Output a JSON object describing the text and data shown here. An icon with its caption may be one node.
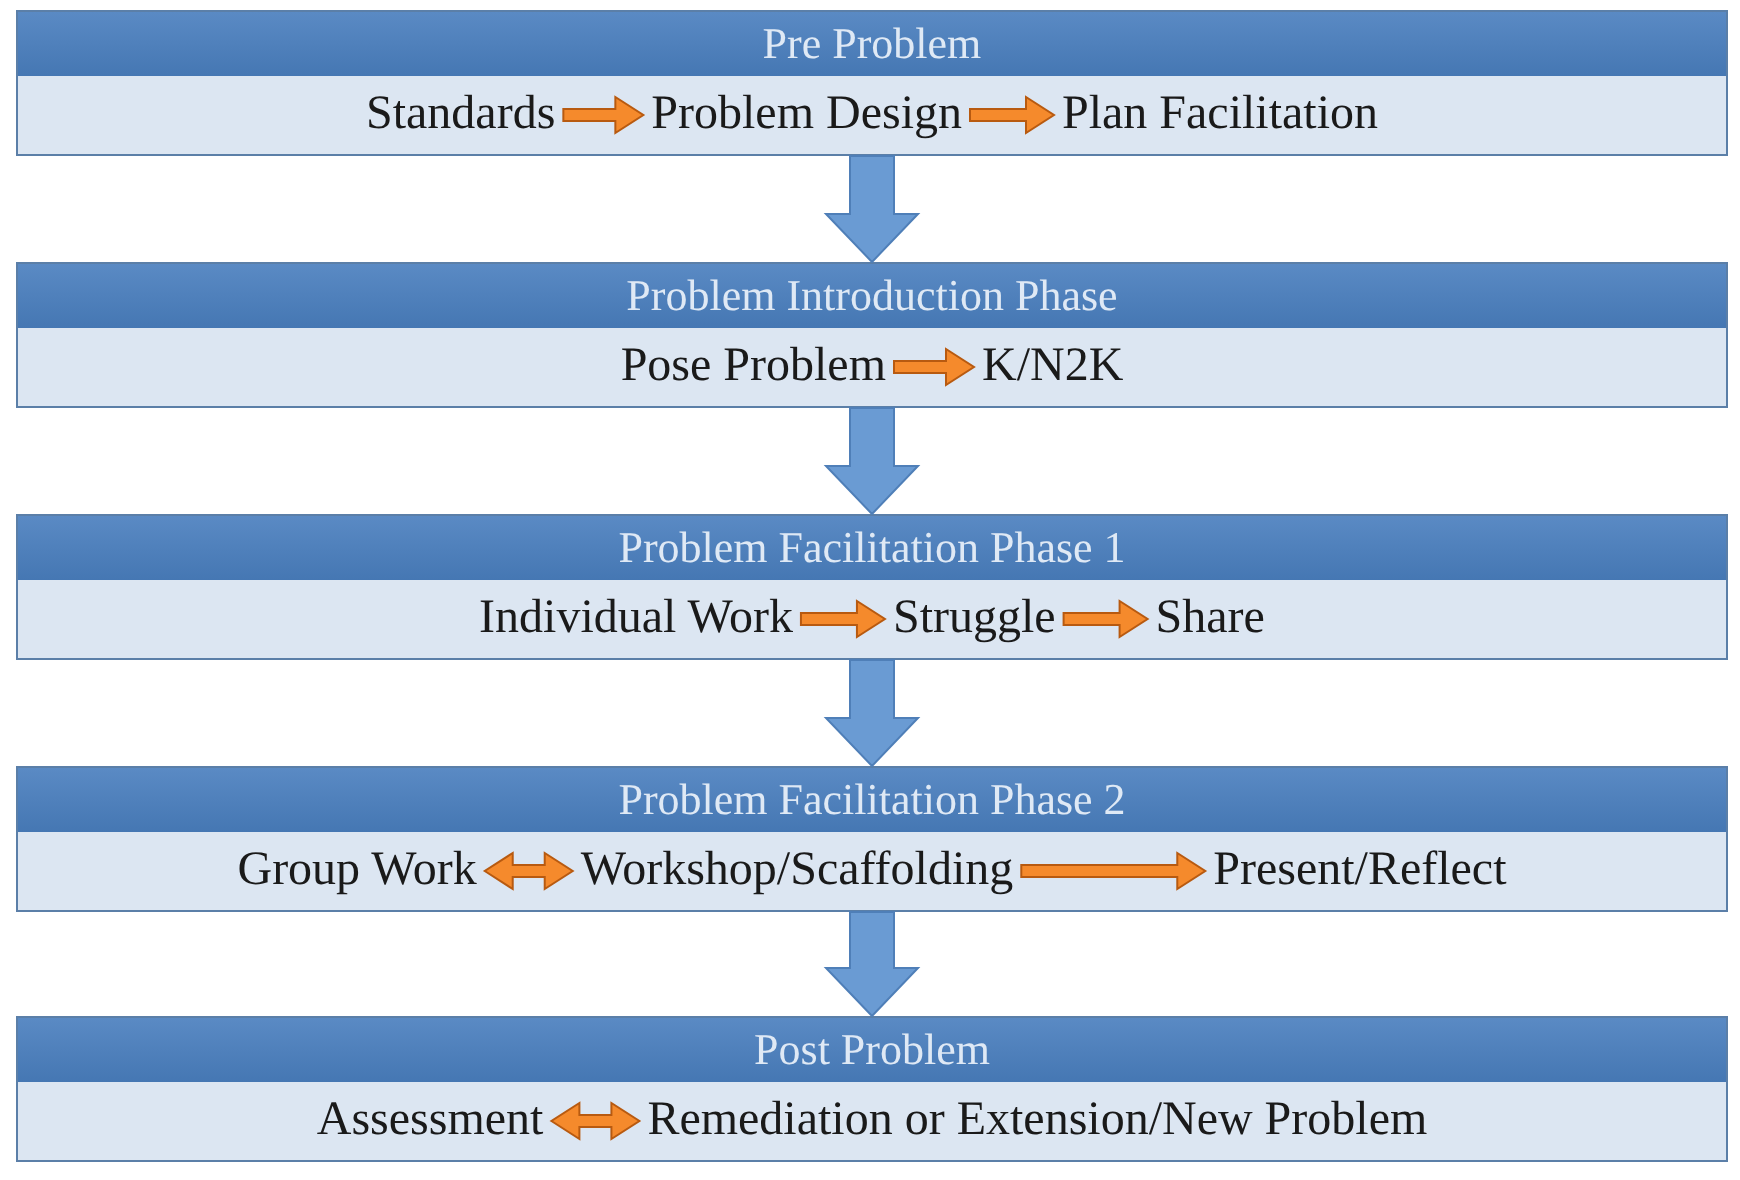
{
  "diagram": {
    "nodes": [
      {
        "text": [
          "Pre Problem"
        ]
      },
      {
        "text": [
          "Standards"
        ],
        "in": 0
      },
      {
        "text": [
          "Problem Design"
        ],
        "in": 0
      },
      {
        "text": [
          "Plan Facilitation"
        ],
        "in": 0
      },
      {
        "text": [
          "Problem Introduction Phase"
        ]
      },
      {
        "text": [
          "Pose Problem"
        ],
        "in": 4
      },
      {
        "text": [
          "K/N2K"
        ],
        "in": 4
      },
      {
        "text": [
          "Problem Facilitation Phase 1"
        ]
      },
      {
        "text": [
          "Individual Work"
        ],
        "in": 7
      },
      {
        "text": [
          "Struggle"
        ],
        "in": 7
      },
      {
        "text": [
          "Share"
        ],
        "in": 7
      },
      {
        "text": [
          "Problem Facilitation Phase 2"
        ]
      },
      {
        "text": [
          "Group Work"
        ],
        "in": 11
      },
      {
        "text": [
          "Workshop/Scaffolding"
        ],
        "in": 11
      },
      {
        "text": [
          "Present/Reflect"
        ],
        "in": 11
      },
      {
        "text": [
          "Post Problem"
        ]
      },
      {
        "text": [
          "Assessment"
        ],
        "in": 15
      },
      {
        "text": [
          "Remediation or Extension/New Problem"
        ],
        "in": 15
      }
    ],
    "edges": [
      {
        "from": 1,
        "to": 2,
        "arrow": "to"
      },
      {
        "from": 2,
        "to": 3,
        "arrow": "to"
      },
      {
        "from": 0,
        "to": 4,
        "arrow": "to",
        "style": "thick",
        "color": "#6a9bd3"
      },
      {
        "from": 5,
        "to": 6,
        "arrow": "to"
      },
      {
        "from": 4,
        "to": 7,
        "arrow": "to",
        "style": "thick",
        "color": "#6a9bd3"
      },
      {
        "from": 8,
        "to": 9,
        "arrow": "to"
      },
      {
        "from": 9,
        "to": 10,
        "arrow": "to"
      },
      {
        "from": 7,
        "to": 11,
        "arrow": "to",
        "style": "thick",
        "color": "#6a9bd3"
      },
      {
        "from": 12,
        "to": 13,
        "arrow": "both"
      },
      {
        "from": 13,
        "to": 14,
        "arrow": "to"
      },
      {
        "from": 11,
        "to": 15,
        "arrow": "to",
        "style": "thick",
        "color": "#6a9bd3"
      },
      {
        "from": 16,
        "to": 17,
        "arrow": "both"
      }
    ]
  }
}
